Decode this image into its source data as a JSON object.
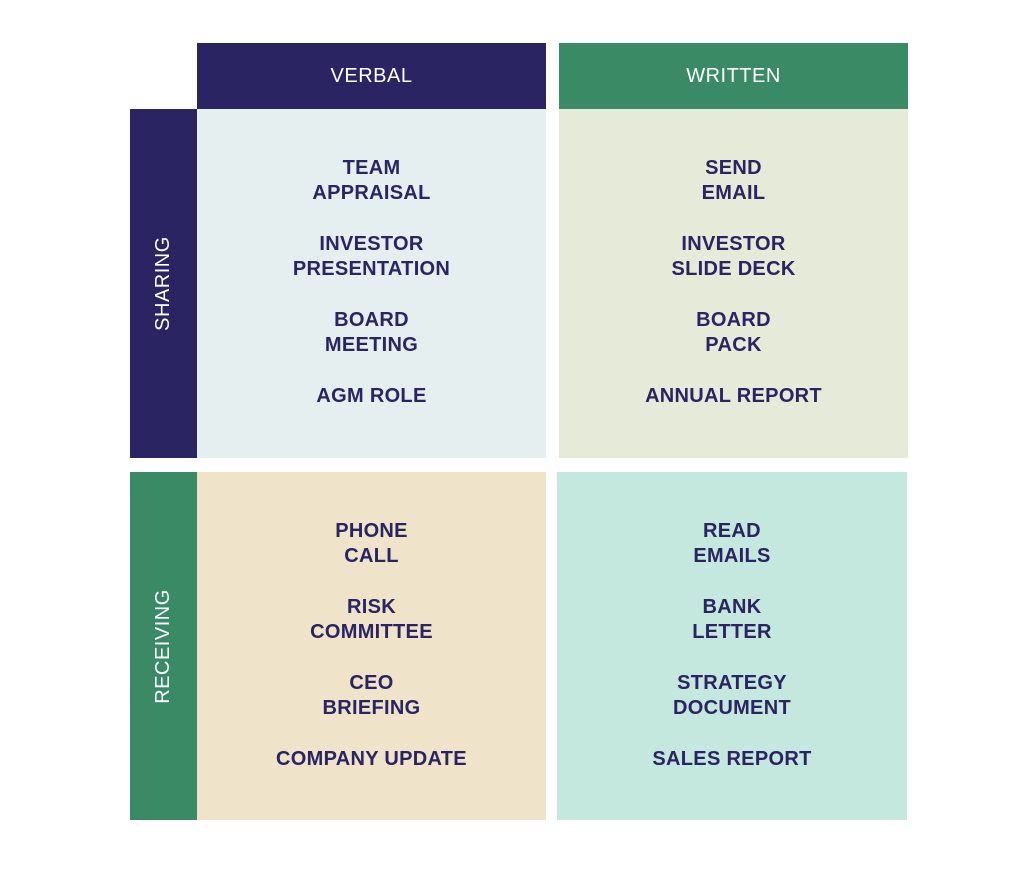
{
  "colors": {
    "navy": "#2a2462",
    "green": "#3a8a66",
    "sharing_verbal_bg": "#e5eff0",
    "sharing_written_bg": "#e6ead9",
    "receiving_verbal_bg": "#efe3c9",
    "receiving_written_bg": "#c4e7de",
    "item_text": "#2a2462"
  },
  "columns": {
    "verbal": "VERBAL",
    "written": "WRITTEN"
  },
  "rows": {
    "sharing": "SHARING",
    "receiving": "RECEIVING"
  },
  "cells": {
    "sharing_verbal": [
      "TEAM\nAPPRAISAL",
      "INVESTOR\nPRESENTATION",
      "BOARD\nMEETING",
      "AGM ROLE"
    ],
    "sharing_written": [
      "SEND\nEMAIL",
      "INVESTOR\nSLIDE DECK",
      "BOARD\nPACK",
      "ANNUAL REPORT"
    ],
    "receiving_verbal": [
      "PHONE\nCALL",
      "RISK\nCOMMITTEE",
      "CEO\nBRIEFING",
      "COMPANY UPDATE"
    ],
    "receiving_written": [
      "READ\nEMAILS",
      "BANK\nLETTER",
      "STRATEGY\nDOCUMENT",
      "SALES REPORT"
    ]
  }
}
